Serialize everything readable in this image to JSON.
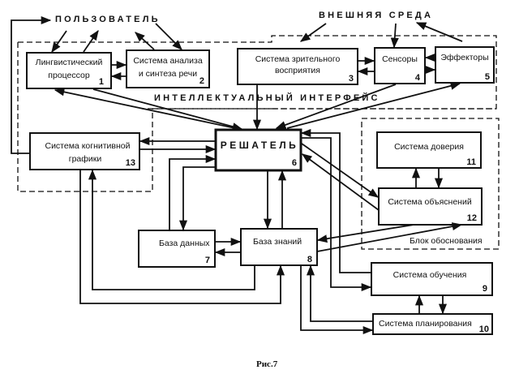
{
  "labels": {
    "user": "ПОЛЬЗОВАТЕЛЬ",
    "environment": "ВНЕШНЯЯ СРЕДА",
    "interface": "ИНТЕЛЛЕКТУАЛЬНЫЙ ИНТЕРФЕЙС",
    "justification_block": "Блок обоснования",
    "figure_caption": "Рис.7"
  },
  "blocks": {
    "b1": {
      "line1": "Лингвистический",
      "line2": "процессор",
      "number": "1"
    },
    "b2": {
      "line1": "Система анализа",
      "line2": "и синтеза речи",
      "number": "2"
    },
    "b3": {
      "line1": "Система зрительного",
      "line2": "восприятия",
      "number": "3"
    },
    "b4": {
      "line1": "Сенсоры",
      "number": "4"
    },
    "b5": {
      "line1": "Эффекторы",
      "number": "5"
    },
    "b6": {
      "line1": "РЕШАТЕЛЬ",
      "number": "6"
    },
    "b7": {
      "line1": "База данных",
      "number": "7"
    },
    "b8": {
      "line1": "База знаний",
      "number": "8"
    },
    "b9": {
      "line1": "Система обучения",
      "number": "9"
    },
    "b10": {
      "line1": "Система планирования",
      "number": "10"
    },
    "b11": {
      "line1": "Система доверия",
      "number": "11"
    },
    "b12": {
      "line1": "Система объяснений",
      "number": "12"
    },
    "b13": {
      "line1": "Система когнитивной",
      "line2": "графики",
      "number": "13"
    }
  }
}
